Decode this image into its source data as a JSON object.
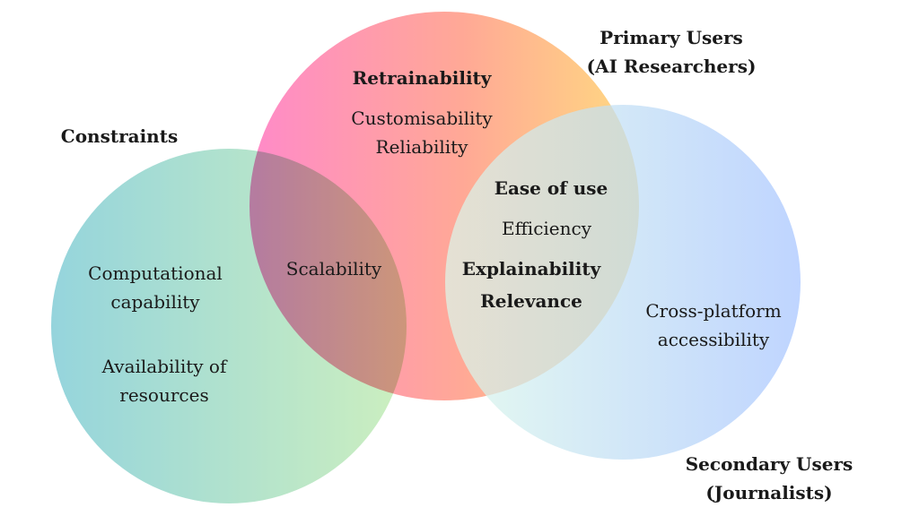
{
  "sets": {
    "primary": {
      "title_line1": "Primary Users",
      "title_line2": "(AI Researchers)",
      "items": [
        "Retrainability",
        "Customisability",
        "Reliability"
      ]
    },
    "constraints": {
      "title": "Constraints",
      "items": [
        "Computational",
        "capability",
        "Availability of",
        "resources"
      ]
    },
    "secondary": {
      "title_line1": "Secondary Users",
      "title_line2": "(Journalists)",
      "items": [
        "Cross-platform",
        "accessibility"
      ]
    }
  },
  "overlaps": {
    "primary_constraints": [
      "Scalability"
    ],
    "primary_secondary": [
      "Ease of use",
      "Efficiency",
      "Explainability",
      "Relevance"
    ]
  },
  "colors": {
    "primary_gradient": [
      "#ff84c6",
      "#ffa68a",
      "#ffd27a"
    ],
    "constraints_gradient": [
      "#6cc6cc",
      "#b7e8a8"
    ],
    "secondary_gradient": [
      "#d8f7ec",
      "#a9c6ff"
    ]
  }
}
